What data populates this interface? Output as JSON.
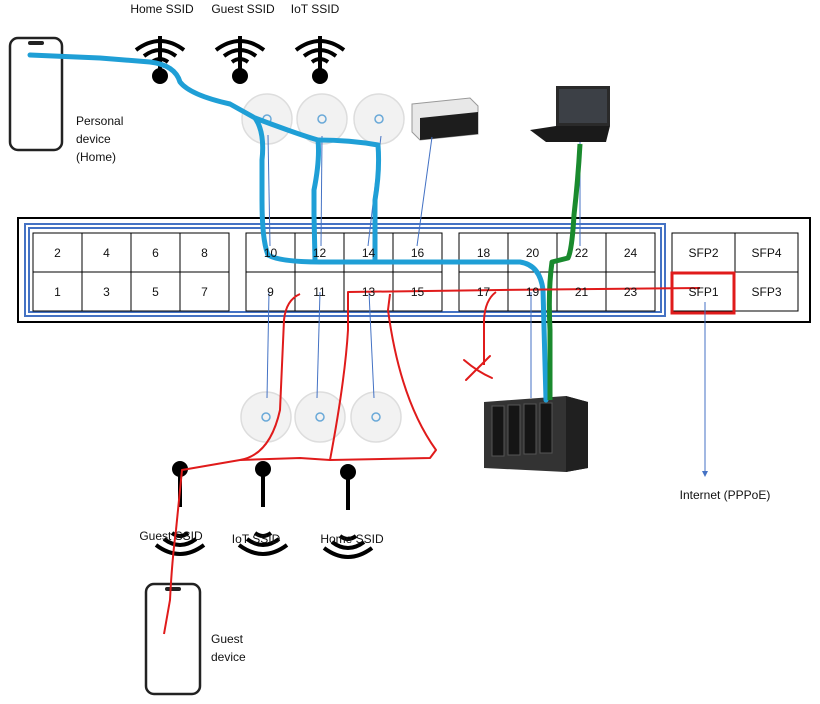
{
  "ssid_top": [
    "Home SSID",
    "Guest SSID",
    "IoT SSID"
  ],
  "ssid_bottom": [
    "Guest SSID",
    "IoT SSID",
    "Home SSID"
  ],
  "personal_device": [
    "Personal",
    "device",
    "(Home)"
  ],
  "guest_device": [
    "Guest",
    "device"
  ],
  "internet_label": "Internet (PPPoE)",
  "ports": {
    "group1_top": [
      "2",
      "4",
      "6",
      "8"
    ],
    "group1_bottom": [
      "1",
      "3",
      "5",
      "7"
    ],
    "group2_top": [
      "10",
      "12",
      "14",
      "16"
    ],
    "group2_bottom": [
      "9",
      "11",
      "13",
      "15"
    ],
    "group3_top": [
      "18",
      "20",
      "22",
      "24"
    ],
    "group3_bottom": [
      "17",
      "19",
      "21",
      "23"
    ],
    "sfp_top": [
      "SFP2",
      "SFP4"
    ],
    "sfp_bottom": [
      "SFP1",
      "SFP3"
    ]
  },
  "colors": {
    "home_link": "#1f9fd6",
    "guest_link": "#e01b1b",
    "wired_link": "#1a8a2e",
    "uplink": "#4472c4",
    "switch_border": "#4472c4",
    "sfp_highlight": "#e01b1b"
  },
  "icons": [
    "phone-icon",
    "wifi-antenna-icon",
    "access-point-icon",
    "gateway-icon",
    "laptop-icon",
    "nas-icon",
    "blocked-x-icon"
  ]
}
